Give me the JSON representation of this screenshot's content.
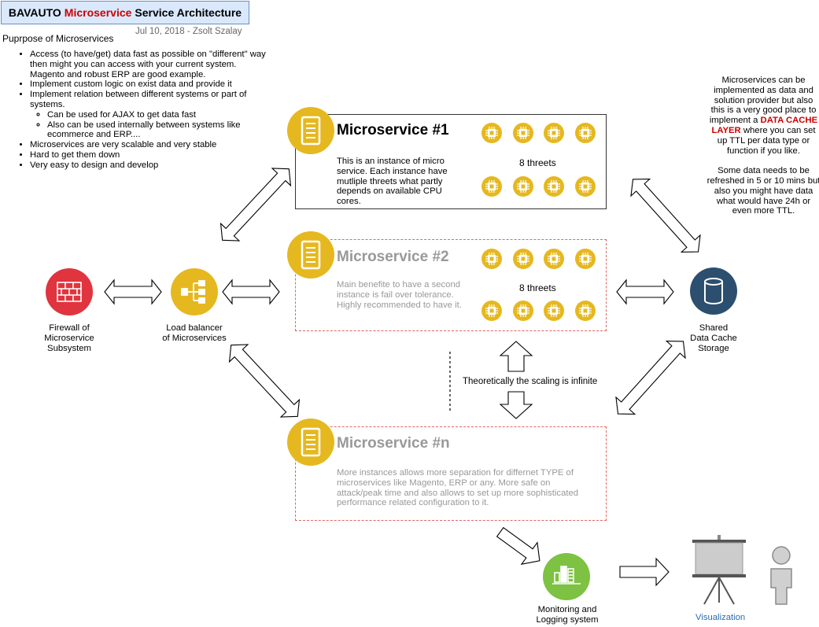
{
  "header": {
    "title_prefix": "BAVAUTO",
    "title_accent": "Microservice",
    "title_suffix": "Service Architecture",
    "date_author": "Jul 10, 2018 - Zsolt Szalay"
  },
  "purpose": {
    "heading": "Puprpose of Microservices",
    "items": [
      "Access (to have/get) data fast as possible on \"different\" way then might you can access with your current system. Magento and robust ERP are good example.",
      "Implement custom logic on exist data and provide it",
      "Implement relation between different systems or part of systems.",
      "Microservices are very scalable and very stable",
      "Hard to get them down",
      "Very easy to design and develop"
    ],
    "subitems": [
      "Can be used for AJAX to get data fast",
      "Also can be used internally between systems like ecommerce and ERP...."
    ]
  },
  "cache_note": {
    "part1": "Microservices can be implemented as data and solution provider  but also this is a very good place to implement a ",
    "highlight": "DATA CACHE LAYER",
    "part2": " where you can set up TTL per data type or function if you like.",
    "part3": "Some data needs to be refreshed in 5 or 10 mins but also you might have data what would have 24h or even more TTL."
  },
  "microservices": {
    "ms1": {
      "title": "Microservice #1",
      "description": "This is an instance of micro service. Each instance have mutliple threets what partly depends on available CPU cores.",
      "threads_label": "8 threets"
    },
    "ms2": {
      "title": "Microservice #2",
      "description": "Main benefite to have a second instance is fail over tolerance. Highly recommended to have it.",
      "threads_label": "8 threets"
    },
    "msn": {
      "title": "Microservice #n",
      "description": "More instances allows more separation for differnet TYPE of microservices like Magento, ERP or any. More safe on attack/peak time and also allows to set up more sophisticated performance related configuration to it."
    }
  },
  "nodes": {
    "firewall": "Firewall of\nMicroservice\nSubsystem",
    "load_balancer": "Load balancer\nof Microservices",
    "cache_storage": "Shared\nData Cache\nStorage",
    "monitoring": "Monitoring and\nLogging system",
    "visualization": "Visualization"
  },
  "scaling_label": "Theoretically the scaling is infinite",
  "colors": {
    "server_yellow": "#e6b820",
    "cpu_yellow": "#e6b820",
    "firewall_red": "#e0343f",
    "storage_navy": "#2c4f6f",
    "monitor_green": "#7dc242",
    "accent_red": "#cc0000",
    "dashed_red": "#e06666",
    "link_blue": "#2b6cb0"
  },
  "icons": {
    "server": "server-icon",
    "cpu": "cpu-chip-icon",
    "firewall": "firewall-icon",
    "load_balancer": "load-balancer-icon",
    "storage": "database-icon",
    "monitoring": "bar-chart-icon",
    "visualization": "presentation-board-icon",
    "person": "person-icon"
  }
}
